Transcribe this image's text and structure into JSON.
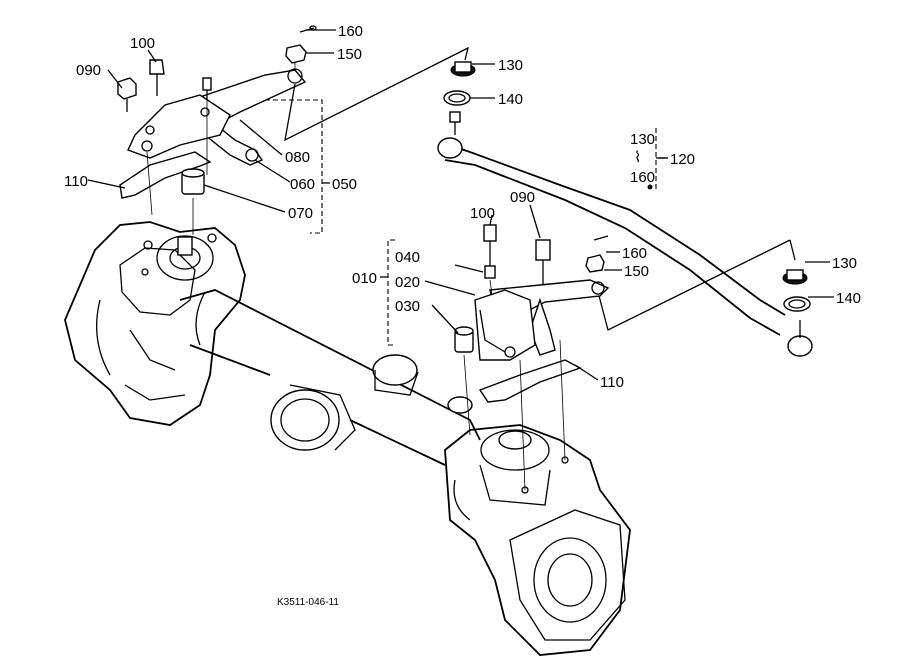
{
  "diagram_code": "K3511-046-11",
  "labels": {
    "p090_left": "090",
    "p100_left": "100",
    "p160_top": "160",
    "p150_top": "150",
    "p130_top": "130",
    "p140_top": "140",
    "p080": "080",
    "p060": "060",
    "p050": "050",
    "p110_left": "110",
    "p070": "070",
    "p130_range": "130",
    "p160_range": "160",
    "p120": "120",
    "p100_mid": "100",
    "p090_mid": "090",
    "p040": "040",
    "p010": "010",
    "p020": "020",
    "p030": "030",
    "p160_mid": "160",
    "p150_mid": "150",
    "p130_right": "130",
    "p140_right": "140",
    "p110_right": "110"
  }
}
